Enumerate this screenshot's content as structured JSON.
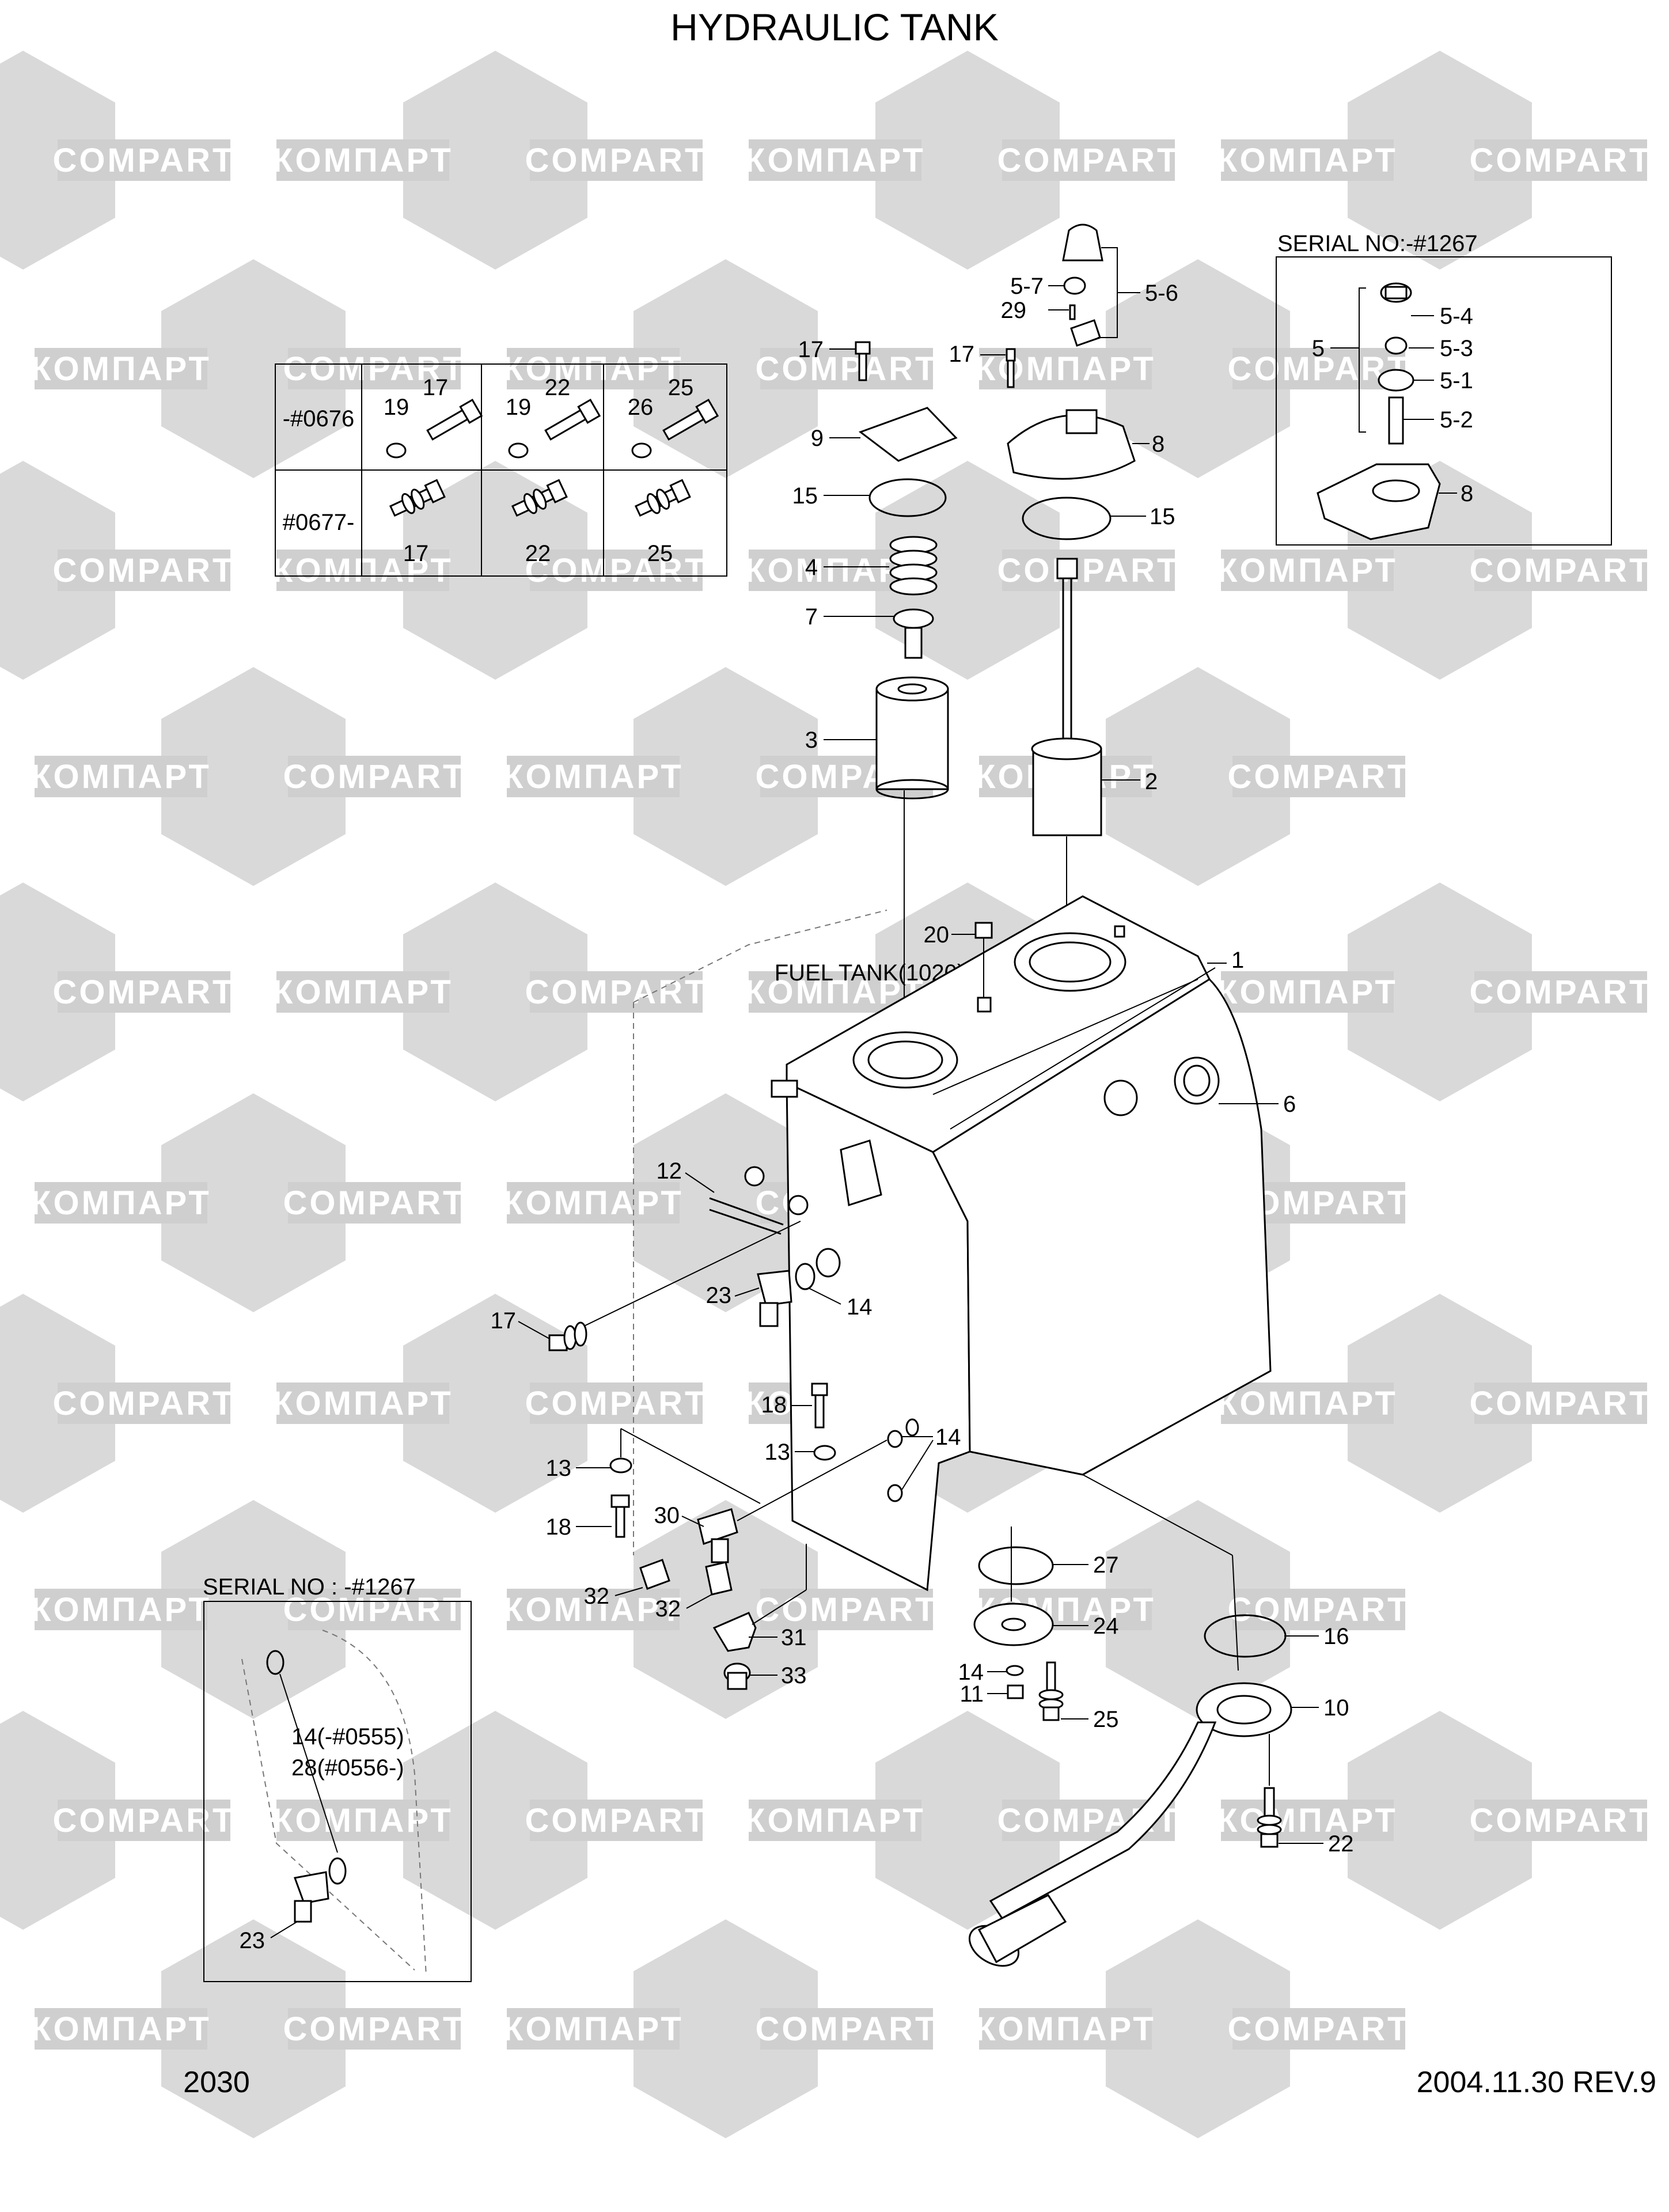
{
  "title": "HYDRAULIC TANK",
  "page_number": "2030",
  "revision": "2004.11.30  REV.9",
  "watermark": {
    "cyrillic": "КОМПАРТ",
    "latin": "COMPART"
  },
  "notes": {
    "fuel_tank": "FUEL TANK(1020)",
    "serial_top": "SERIAL NO:-#1267",
    "serial_bottom": "SERIAL NO : -#1267",
    "part14_range": "14(-#0555)",
    "part28_range": "28(#0556-)"
  },
  "serial_table": {
    "rows": [
      {
        "label": "-#0676",
        "groups": [
          [
            "19",
            "17"
          ],
          [
            "19",
            "22"
          ],
          [
            "26",
            "25"
          ]
        ]
      },
      {
        "label": "#0677-",
        "groups": [
          [
            "17"
          ],
          [
            "22"
          ],
          [
            "25"
          ]
        ]
      }
    ]
  },
  "callouts": {
    "c1": "1",
    "c2": "2",
    "c3": "3",
    "c4": "4",
    "c5": "5",
    "c5_1": "5-1",
    "c5_2": "5-2",
    "c5_3": "5-3",
    "c5_4": "5-4",
    "c5_6": "5-6",
    "c5_7": "5-7",
    "c6": "6",
    "c7": "7",
    "c8a": "8",
    "c8b": "8",
    "c9": "9",
    "c10": "10",
    "c11": "11",
    "c12": "12",
    "c13a": "13",
    "c13b": "13",
    "c14a": "14",
    "c14b": "14",
    "c14c": "14",
    "c15a": "15",
    "c15b": "15",
    "c16": "16",
    "c17a": "17",
    "c17b": "17",
    "c17c": "17",
    "c18a": "18",
    "c18b": "18",
    "c20": "20",
    "c22": "22",
    "c23a": "23",
    "c23b": "23",
    "c24": "24",
    "c25": "25",
    "c27": "27",
    "c29": "29",
    "c30": "30",
    "c31": "31",
    "c32a": "32",
    "c32b": "32",
    "c33": "33"
  }
}
